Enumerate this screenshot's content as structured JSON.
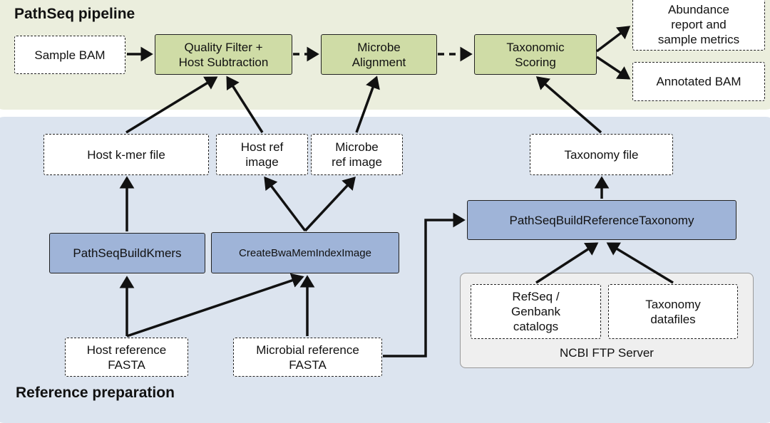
{
  "sections": {
    "pipeline_title": "PathSeq pipeline",
    "reference_title": "Reference preparation"
  },
  "pipeline": {
    "sample_bam": "Sample BAM",
    "quality_filter": [
      "Quality Filter +",
      "Host Subtraction"
    ],
    "microbe_alignment": [
      "Microbe",
      "Alignment"
    ],
    "taxonomic_scoring": [
      "Taxonomic",
      "Scoring"
    ],
    "abundance_report": [
      "Abundance",
      "report and",
      "sample metrics"
    ],
    "annotated_bam": "Annotated BAM"
  },
  "reference": {
    "host_kmer_file": "Host k-mer file",
    "host_ref_image": [
      "Host ref",
      "image"
    ],
    "microbe_ref_image": [
      "Microbe",
      "ref image"
    ],
    "taxonomy_file": "Taxonomy file",
    "build_kmers": "PathSeqBuildKmers",
    "bwa_index": "CreateBwaMemIndexImage",
    "build_taxonomy": "PathSeqBuildReferenceTaxonomy",
    "host_fasta": [
      "Host reference",
      "FASTA"
    ],
    "microbial_fasta": [
      "Microbial reference",
      "FASTA"
    ],
    "refseq_catalogs": [
      "RefSeq /",
      "Genbank",
      "catalogs"
    ],
    "taxonomy_datafiles": [
      "Taxonomy",
      "datafiles"
    ],
    "ncbi_server": "NCBI FTP Server"
  },
  "colors": {
    "pipeline_bg": "#ebeedd",
    "reference_bg": "#dce4ef",
    "pipeline_tool": "#cfdca6",
    "reference_tool": "#9fb4d8",
    "ncbi_bg": "#efefef"
  }
}
